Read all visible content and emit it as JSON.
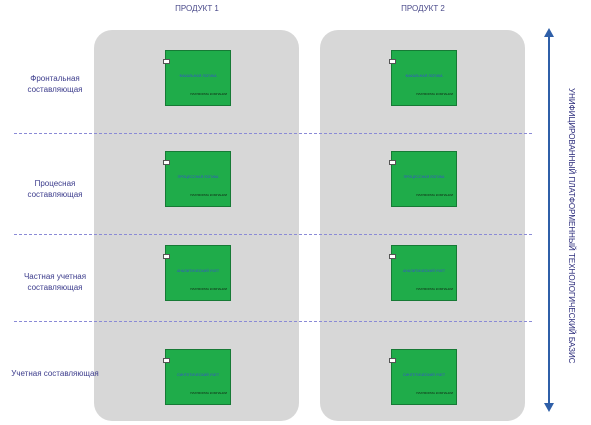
{
  "columns": [
    {
      "title": "ПРОДУКТ 1"
    },
    {
      "title": "ПРОДУКТ 2"
    }
  ],
  "rows": [
    {
      "label": "Фронтальная составляющая",
      "box_title": "ФАКАЛЬНАЯ ЛОГИКА",
      "box_sub": "ПЛАТФОРМА КОМПАНИИ"
    },
    {
      "label": "Процесная составляющая",
      "box_title": "ПРОЦЕССНАЯ ЛОГИКА",
      "box_sub": "ПЛАТФОРМА КОМПАНИИ"
    },
    {
      "label": "Частная учетная составляющая",
      "box_title": "АНАЛИТИЧЕСКИЙ УЧЕТ",
      "box_sub": "ПЛАТФОРМА КОМПАНИИ"
    },
    {
      "label": "Учетная составляющая",
      "box_title": "СИНТЕТИЧЕСКИЙ УЧЕТ",
      "box_sub": "ПЛАТФОРМА КОМПАНИИ"
    }
  ],
  "side_label": "УНИФИЦИРОВАННЫЙ ПЛАТФОРМЕННЫЙ ТЕХНОЛОГИЧЕСКИЙ БАЗИС",
  "colors": {
    "panel": "#d7d7d7",
    "box_fill": "#1fac4a",
    "box_title": "#3a4fd0",
    "arrow": "#2f5fa8",
    "divider": "#8a8ad6"
  }
}
